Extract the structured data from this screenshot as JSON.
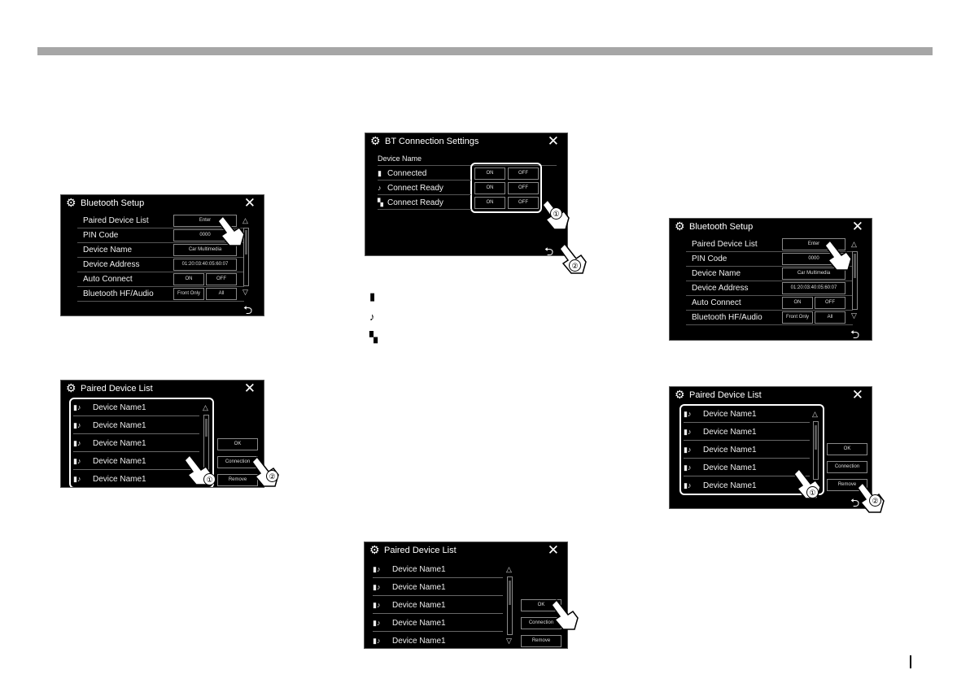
{
  "bluetooth_setup": {
    "title": "Bluetooth Setup",
    "rows": [
      {
        "label": "Paired Device List",
        "buttons": [
          "Enter"
        ]
      },
      {
        "label": "PIN Code",
        "buttons": [
          "0000"
        ]
      },
      {
        "label": "Device Name",
        "buttons": [
          "Car Multimedia"
        ]
      },
      {
        "label": "Device Address",
        "buttons": [
          "01:20:03:40:05:60:07"
        ]
      },
      {
        "label": "Auto Connect",
        "buttons": [
          "ON",
          "OFF"
        ]
      },
      {
        "label": "Bluetooth HF/Audio",
        "buttons": [
          "Front Only",
          "All"
        ]
      }
    ]
  },
  "paired_list": {
    "title": "Paired Device List",
    "devices": [
      "Device Name1",
      "Device Name1",
      "Device Name1",
      "Device Name1",
      "Device Name1"
    ],
    "ok_label": "OK",
    "connection_label": "Connection",
    "remove_label": "Remove"
  },
  "bt_connection": {
    "title": "BT Connection Settings",
    "device_name_label": "Device Name",
    "rows": [
      {
        "label": "Connected",
        "on": "ON",
        "off": "OFF"
      },
      {
        "label": "Connect Ready",
        "on": "ON",
        "off": "OFF"
      },
      {
        "label": "Connect Ready",
        "on": "ON",
        "off": "OFF"
      }
    ]
  },
  "callouts": {
    "one": "①",
    "two": "②"
  }
}
